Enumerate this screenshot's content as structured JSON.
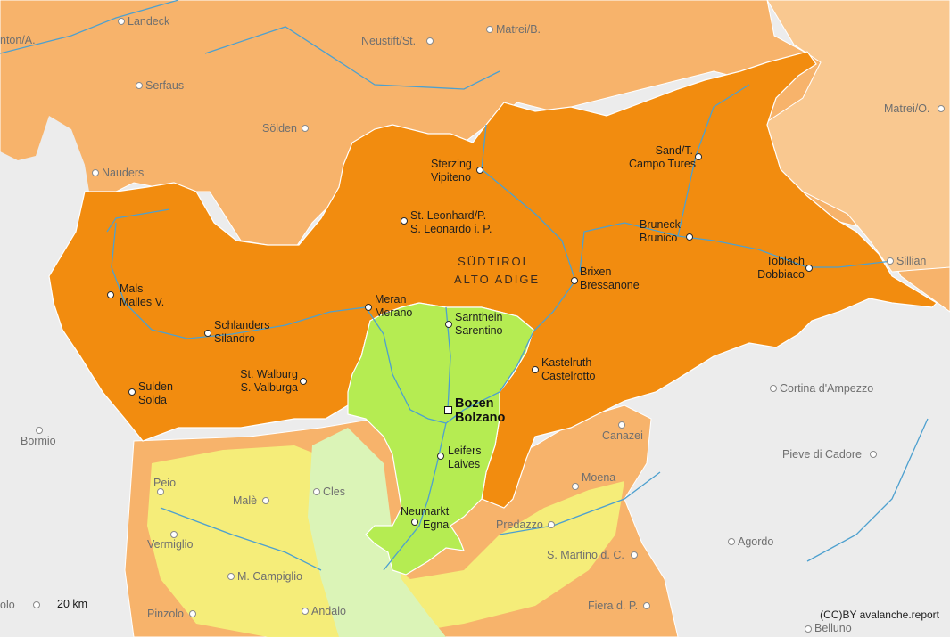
{
  "map": {
    "region_label": [
      "SÜDTIROL",
      "ALTO ADIGE"
    ],
    "colors": {
      "danger_level_3": "#f28c0f",
      "danger_level_2_outside": "#f7b36b",
      "danger_level_1": "#b5ec52",
      "yellow_low": "#f4f07a",
      "neighbour_light": "#f8d9b0",
      "no_data": "#ececec",
      "river": "#4da0cf"
    },
    "capital": {
      "names": [
        "Bozen",
        "Bolzano"
      ]
    },
    "towns": [
      {
        "id": "sterzing",
        "names": [
          "Sterzing",
          "Vipiteno"
        ]
      },
      {
        "id": "sandt",
        "names": [
          "Sand/T.",
          "Campo Tures"
        ]
      },
      {
        "id": "stleonhard",
        "names": [
          "St. Leonhard/P.",
          "S. Leonardo i. P."
        ]
      },
      {
        "id": "bruneck",
        "names": [
          "Bruneck",
          "Brunico"
        ]
      },
      {
        "id": "toblach",
        "names": [
          "Toblach",
          "Dobbiaco"
        ]
      },
      {
        "id": "brixen",
        "names": [
          "Brixen",
          "Bressanone"
        ]
      },
      {
        "id": "mals",
        "names": [
          "Mals",
          "Malles V."
        ]
      },
      {
        "id": "meran",
        "names": [
          "Meran",
          "Merano"
        ]
      },
      {
        "id": "sarnthein",
        "names": [
          "Sarnthein",
          "Sarentino"
        ]
      },
      {
        "id": "schlanders",
        "names": [
          "Schlanders",
          "Silandro"
        ]
      },
      {
        "id": "kastelruth",
        "names": [
          "Kastelruth",
          "Castelrotto"
        ]
      },
      {
        "id": "stwalburg",
        "names": [
          "St. Walburg",
          "S. Valburga"
        ]
      },
      {
        "id": "sulden",
        "names": [
          "Sulden",
          "Solda"
        ]
      },
      {
        "id": "leifers",
        "names": [
          "Leifers",
          "Laives"
        ]
      },
      {
        "id": "neumarkt",
        "names": [
          "Neumarkt",
          "Egna"
        ]
      }
    ],
    "outer_towns": [
      {
        "id": "landeck",
        "name": "Landeck"
      },
      {
        "id": "ntona",
        "name": "nton/A."
      },
      {
        "id": "neustift",
        "name": "Neustift/St."
      },
      {
        "id": "matreib",
        "name": "Matrei/B."
      },
      {
        "id": "serfaus",
        "name": "Serfaus"
      },
      {
        "id": "soelden",
        "name": "Sölden"
      },
      {
        "id": "matreio",
        "name": "Matrei/O."
      },
      {
        "id": "nauders",
        "name": "Nauders"
      },
      {
        "id": "sillian",
        "name": "Sillian"
      },
      {
        "id": "cortina",
        "name": "Cortina d'Ampezzo"
      },
      {
        "id": "bormio",
        "name": "Bormio"
      },
      {
        "id": "canazei",
        "name": "Canazei"
      },
      {
        "id": "pieve",
        "name": "Pieve di Cadore"
      },
      {
        "id": "peio",
        "name": "Peio"
      },
      {
        "id": "cles",
        "name": "Cles"
      },
      {
        "id": "male",
        "name": "Malè"
      },
      {
        "id": "moena",
        "name": "Moena"
      },
      {
        "id": "vermiglio",
        "name": "Vermiglio"
      },
      {
        "id": "predazzo",
        "name": "Predazzo"
      },
      {
        "id": "agordo",
        "name": "Agordo"
      },
      {
        "id": "smartino",
        "name": "S. Martino d. C."
      },
      {
        "id": "mcampiglio",
        "name": "M. Campiglio"
      },
      {
        "id": "olo",
        "name": "olo"
      },
      {
        "id": "pinzolo",
        "name": "Pinzolo"
      },
      {
        "id": "andalo",
        "name": "Andalo"
      },
      {
        "id": "fiera",
        "name": "Fiera d. P."
      },
      {
        "id": "belluno",
        "name": "Belluno"
      }
    ],
    "scale": "20 km",
    "attribution": "(CC)BY avalanche.report"
  }
}
